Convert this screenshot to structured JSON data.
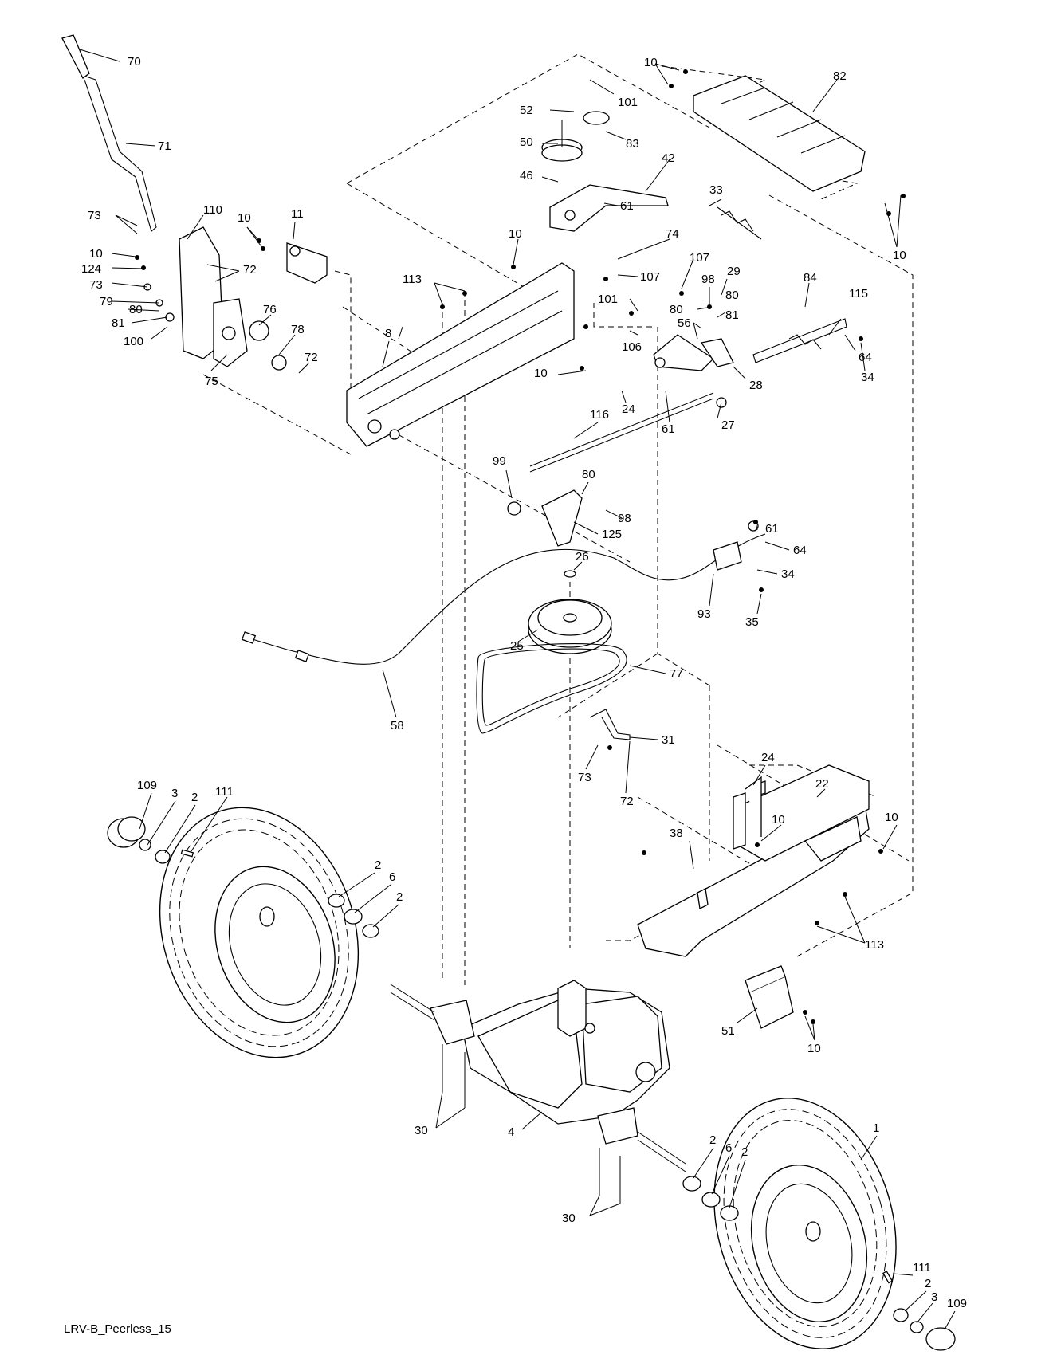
{
  "caption": "LRV-B_Peerless_15",
  "callouts": [
    {
      "id": "70",
      "label": "70"
    },
    {
      "id": "71",
      "label": "71"
    },
    {
      "id": "73a",
      "label": "73"
    },
    {
      "id": "110",
      "label": "110"
    },
    {
      "id": "10a",
      "label": "10"
    },
    {
      "id": "11",
      "label": "11"
    },
    {
      "id": "72a",
      "label": "72"
    },
    {
      "id": "10b",
      "label": "10"
    },
    {
      "id": "124",
      "label": "124"
    },
    {
      "id": "73b",
      "label": "73"
    },
    {
      "id": "79",
      "label": "79"
    },
    {
      "id": "80a",
      "label": "80"
    },
    {
      "id": "81a",
      "label": "81"
    },
    {
      "id": "100",
      "label": "100"
    },
    {
      "id": "76",
      "label": "76"
    },
    {
      "id": "78",
      "label": "78"
    },
    {
      "id": "72b",
      "label": "72"
    },
    {
      "id": "75",
      "label": "75"
    },
    {
      "id": "10c",
      "label": "10"
    },
    {
      "id": "82",
      "label": "82"
    },
    {
      "id": "101a",
      "label": "101"
    },
    {
      "id": "52",
      "label": "52"
    },
    {
      "id": "83",
      "label": "83"
    },
    {
      "id": "50",
      "label": "50"
    },
    {
      "id": "42",
      "label": "42"
    },
    {
      "id": "46",
      "label": "46"
    },
    {
      "id": "33",
      "label": "33"
    },
    {
      "id": "61a",
      "label": "61"
    },
    {
      "id": "10d",
      "label": "10"
    },
    {
      "id": "10e",
      "label": "10"
    },
    {
      "id": "74",
      "label": "74"
    },
    {
      "id": "107a",
      "label": "107"
    },
    {
      "id": "107b",
      "label": "107"
    },
    {
      "id": "113a",
      "label": "113"
    },
    {
      "id": "98a",
      "label": "98"
    },
    {
      "id": "29",
      "label": "29"
    },
    {
      "id": "84",
      "label": "84"
    },
    {
      "id": "115",
      "label": "115"
    },
    {
      "id": "101b",
      "label": "101"
    },
    {
      "id": "80b",
      "label": "80"
    },
    {
      "id": "80c",
      "label": "80"
    },
    {
      "id": "81b",
      "label": "81"
    },
    {
      "id": "8",
      "label": "8"
    },
    {
      "id": "56",
      "label": "56"
    },
    {
      "id": "106",
      "label": "106"
    },
    {
      "id": "64a",
      "label": "64"
    },
    {
      "id": "28",
      "label": "28"
    },
    {
      "id": "34a",
      "label": "34"
    },
    {
      "id": "10f",
      "label": "10"
    },
    {
      "id": "24a",
      "label": "24"
    },
    {
      "id": "61b",
      "label": "61"
    },
    {
      "id": "27",
      "label": "27"
    },
    {
      "id": "116",
      "label": "116"
    },
    {
      "id": "99",
      "label": "99"
    },
    {
      "id": "80d",
      "label": "80"
    },
    {
      "id": "98b",
      "label": "98"
    },
    {
      "id": "125",
      "label": "125"
    },
    {
      "id": "61c",
      "label": "61"
    },
    {
      "id": "64b",
      "label": "64"
    },
    {
      "id": "26",
      "label": "26"
    },
    {
      "id": "34b",
      "label": "34"
    },
    {
      "id": "93",
      "label": "93"
    },
    {
      "id": "35",
      "label": "35"
    },
    {
      "id": "25",
      "label": "25"
    },
    {
      "id": "77",
      "label": "77"
    },
    {
      "id": "58",
      "label": "58"
    },
    {
      "id": "31",
      "label": "31"
    },
    {
      "id": "73c",
      "label": "73"
    },
    {
      "id": "72c",
      "label": "72"
    },
    {
      "id": "24b",
      "label": "24"
    },
    {
      "id": "22",
      "label": "22"
    },
    {
      "id": "109a",
      "label": "109"
    },
    {
      "id": "3a",
      "label": "3"
    },
    {
      "id": "2a",
      "label": "2"
    },
    {
      "id": "111a",
      "label": "111"
    },
    {
      "id": "10g",
      "label": "10"
    },
    {
      "id": "10h",
      "label": "10"
    },
    {
      "id": "38",
      "label": "38"
    },
    {
      "id": "113b",
      "label": "113"
    },
    {
      "id": "2b",
      "label": "2"
    },
    {
      "id": "6a",
      "label": "6"
    },
    {
      "id": "2c",
      "label": "2"
    },
    {
      "id": "51",
      "label": "51"
    },
    {
      "id": "10i",
      "label": "10"
    },
    {
      "id": "30a",
      "label": "30"
    },
    {
      "id": "4",
      "label": "4"
    },
    {
      "id": "1",
      "label": "1"
    },
    {
      "id": "2d",
      "label": "2"
    },
    {
      "id": "6b",
      "label": "6"
    },
    {
      "id": "2e",
      "label": "2"
    },
    {
      "id": "30b",
      "label": "30"
    },
    {
      "id": "111b",
      "label": "111"
    },
    {
      "id": "2f",
      "label": "2"
    },
    {
      "id": "3b",
      "label": "3"
    },
    {
      "id": "109b",
      "label": "109"
    }
  ]
}
